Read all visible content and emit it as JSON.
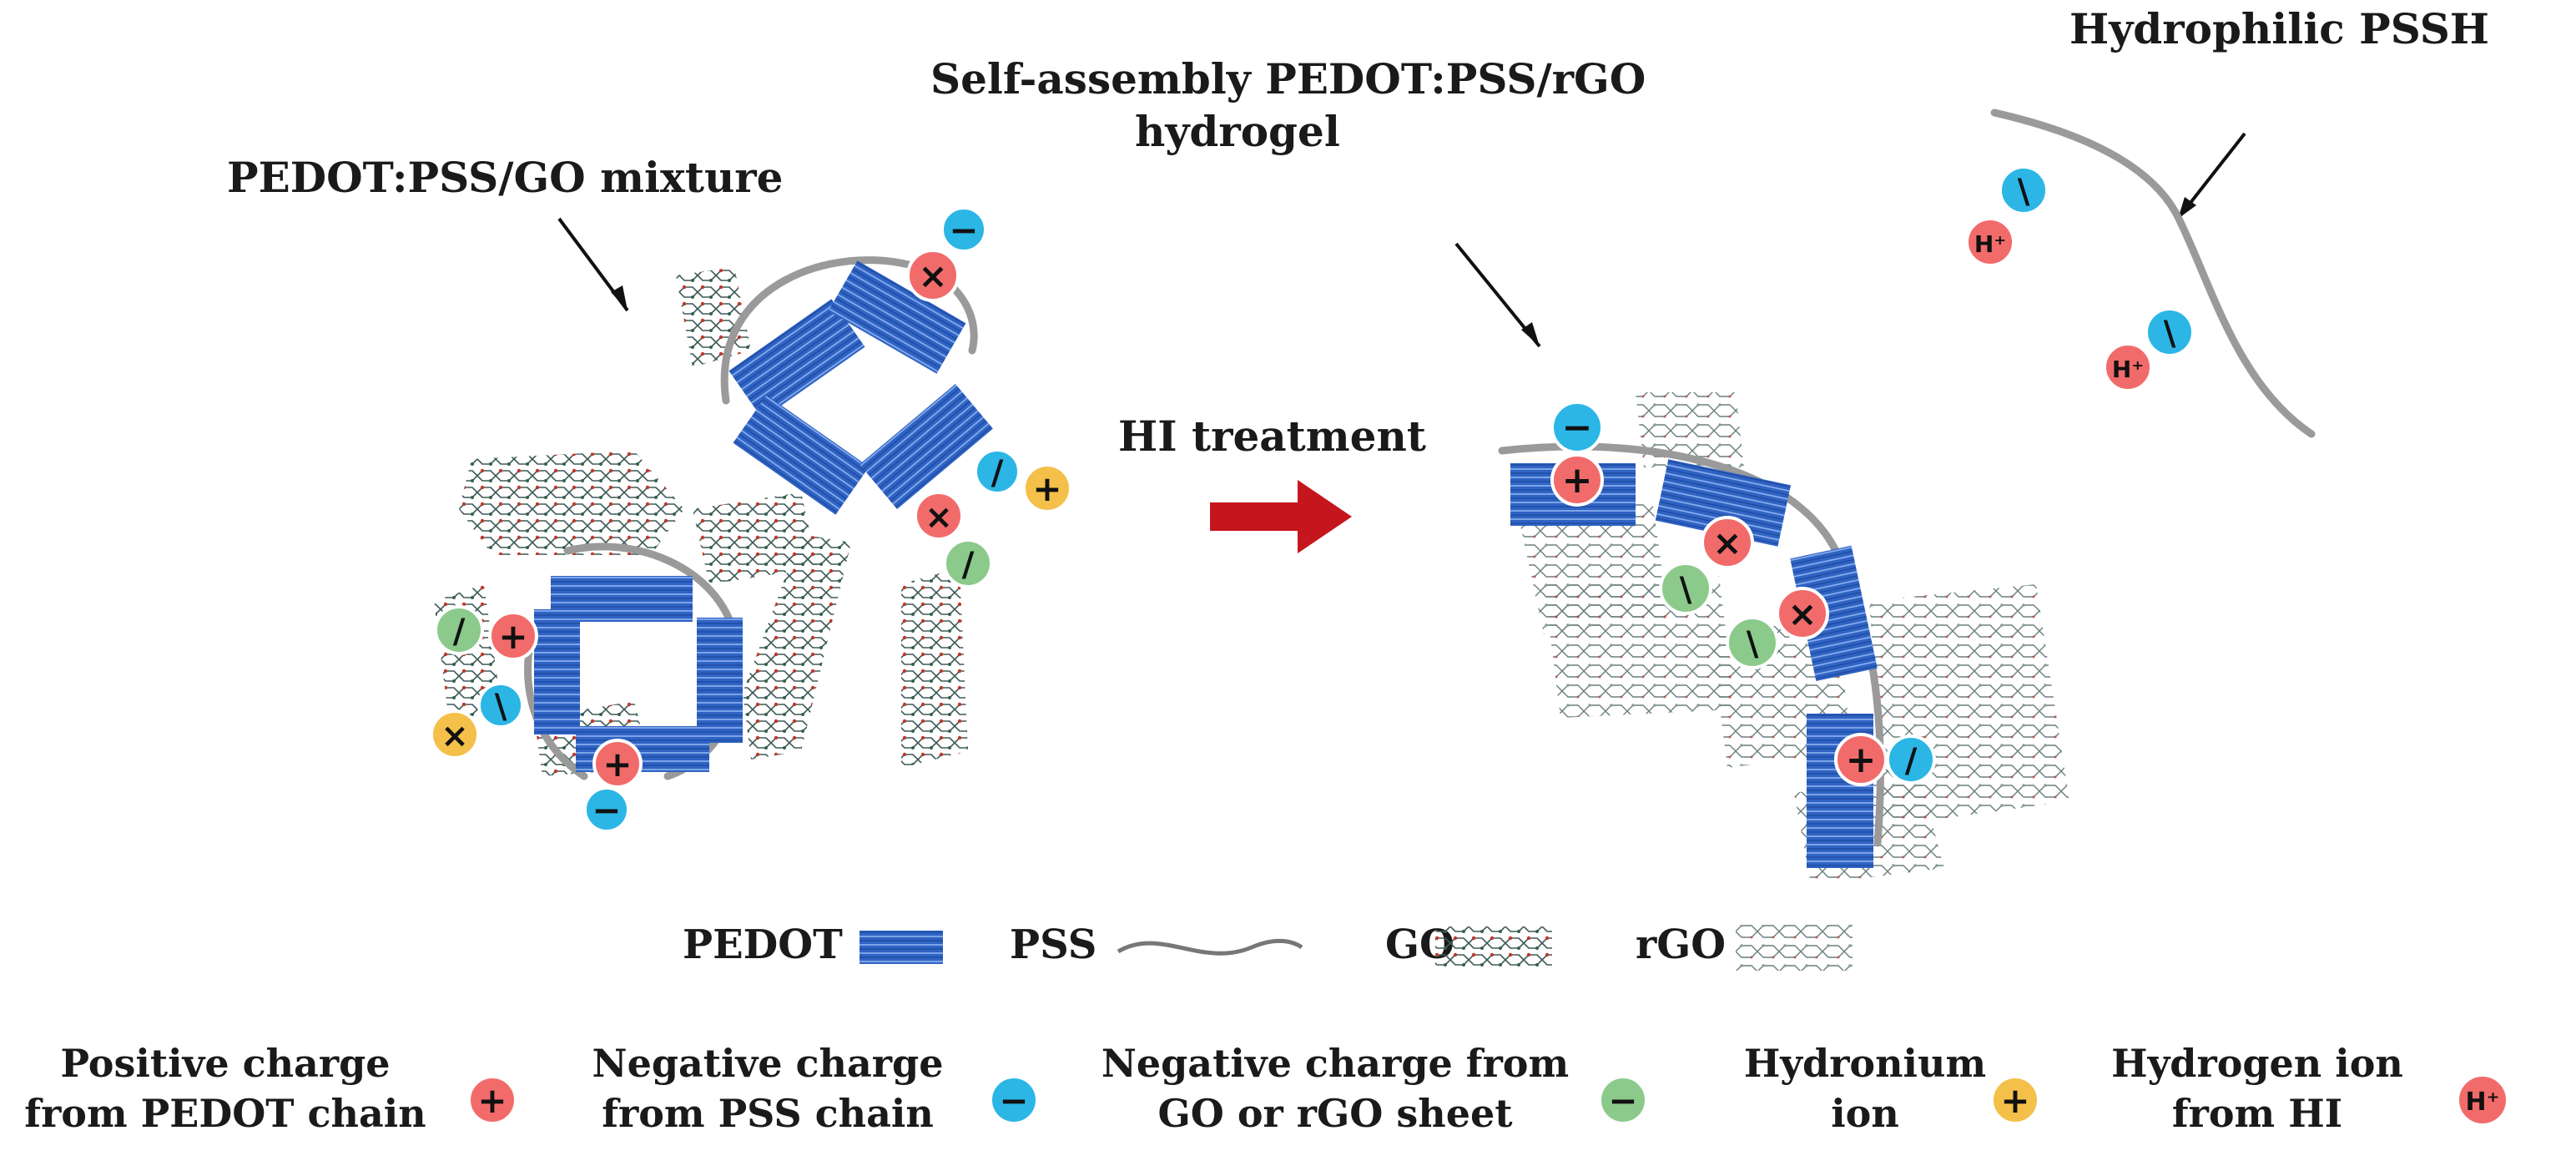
{
  "labels": {
    "mixture": "PEDOT:PSS/GO  mixture",
    "hydrogel_line1": "Self-assembly PEDOT:PSS/rGO",
    "hydrogel_line2": "hydrogel",
    "pssh": "Hydrophilic PSSH",
    "treatment": "HI treatment"
  },
  "legend": {
    "pedot": "PEDOT",
    "pss": "PSS",
    "go": "GO",
    "rgo": "rGO"
  },
  "charge_key": [
    {
      "line1": "Positive charge",
      "line2": "from PEDOT chain",
      "symbol": "+",
      "color": "#f26b6b"
    },
    {
      "line1": "Negative charge",
      "line2": "from PSS chain",
      "symbol": "−",
      "color": "#2bb6e6"
    },
    {
      "line1": "Negative charge from",
      "line2": "GO or rGO sheet",
      "symbol": "−",
      "color": "#8cca8c"
    },
    {
      "line1": "Hydronium",
      "line2": "ion",
      "symbol": "+",
      "color": "#f4c04a"
    },
    {
      "line1": "Hydrogen ion",
      "line2": "from HI",
      "symbol": "H⁺",
      "color": "#f26b6b"
    }
  ],
  "colors": {
    "pedot": "#3b6fc9",
    "pss_chain": "#9a9a9a",
    "arrow": "#c4161c",
    "positive": "#f26b6b",
    "negative_pss": "#2bb6e6",
    "negative_go": "#8cca8c",
    "hydronium": "#f4c04a"
  }
}
